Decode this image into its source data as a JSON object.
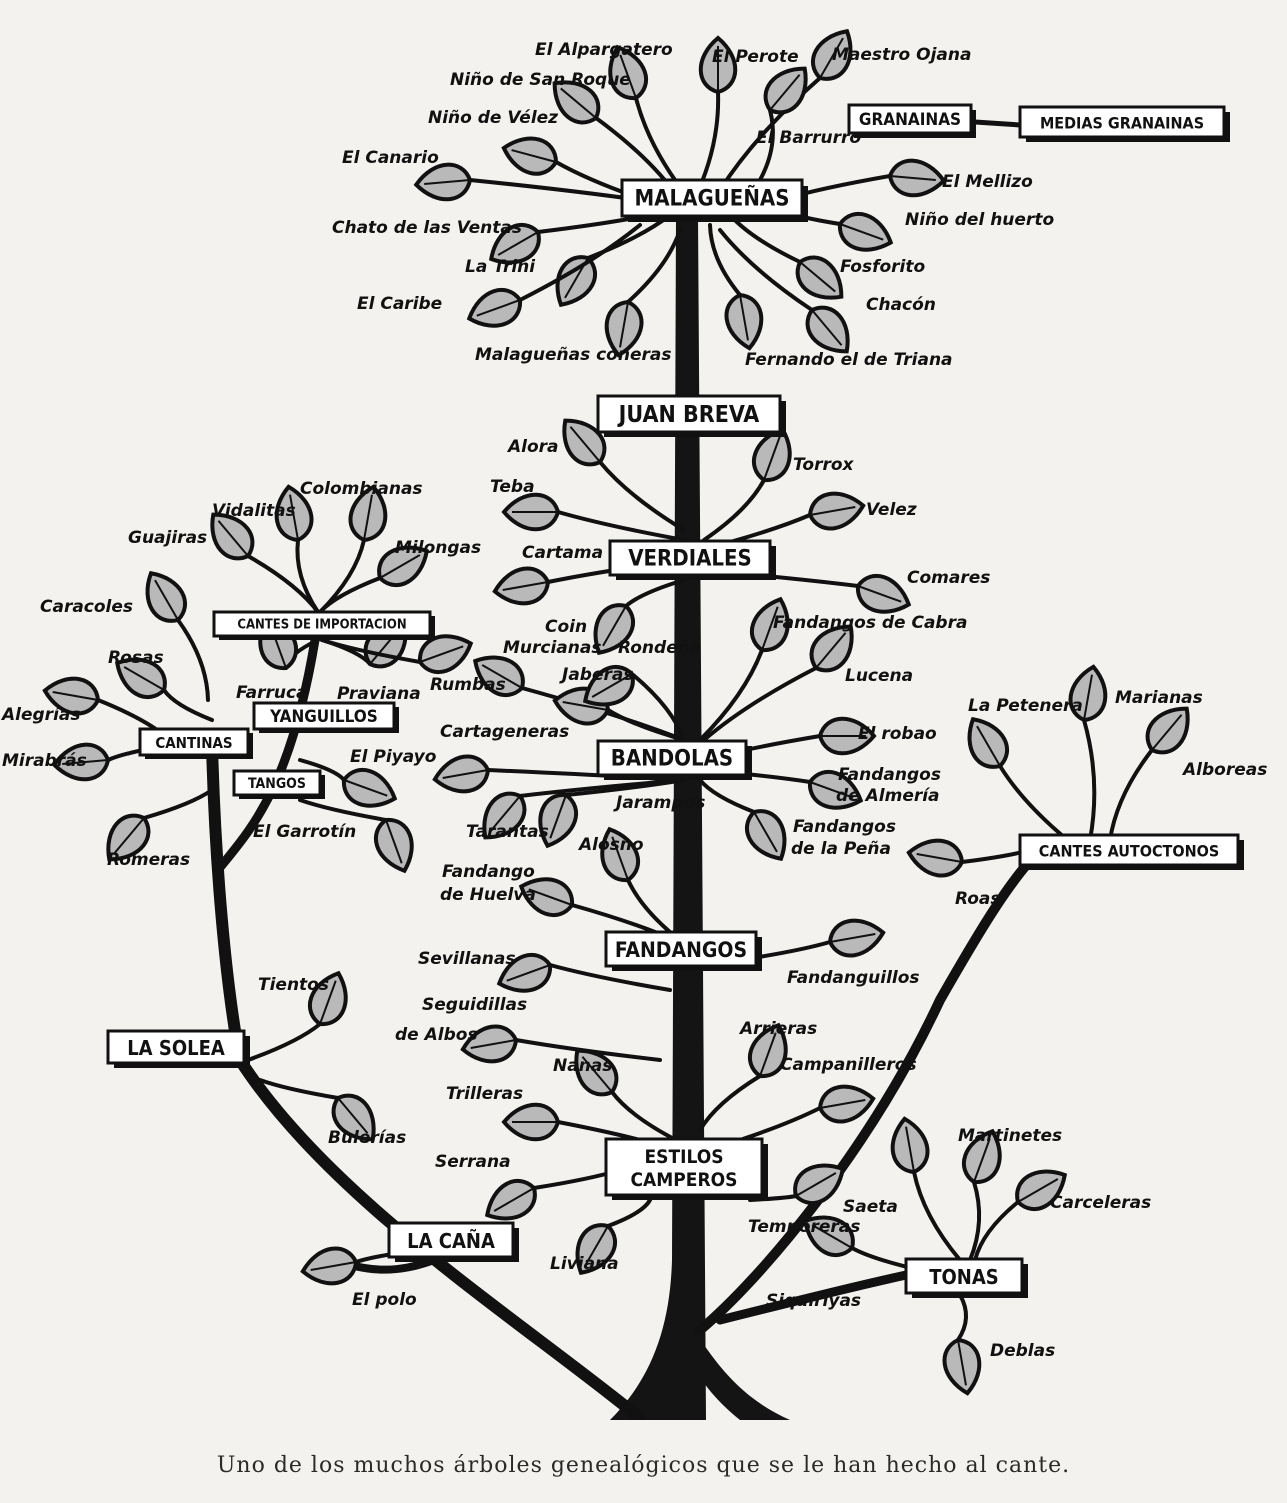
{
  "boxes": {
    "malaguenas": "MALAGUEÑAS",
    "granainas": "GRANAINAS",
    "medias_granainas": "MEDIAS GRANAINAS",
    "juan_breva": "JUAN BREVA",
    "verdiales": "VERDIALES",
    "cantes_importacion": "CANTES DE IMPORTACION",
    "yanguillos": "YANGUILLOS",
    "cantinas": "CANTINAS",
    "tangos": "TANGOS",
    "bandolas": "BANDOLAS",
    "cantes_autoctonos": "CANTES AUTOCTONOS",
    "fandangos": "FANDANGOS",
    "la_solea": "LA SOLEA",
    "estilos_camperos_1": "ESTILOS",
    "estilos_camperos_2": "CAMPEROS",
    "la_cana": "LA CAÑA",
    "tonas": "TONAS"
  },
  "labels": {
    "el_alpargatero": "El Alpargatero",
    "el_perote": "El Perote",
    "maestro_ojana": "Maestro Ojana",
    "nino_san_roque": "Niño de San Roque",
    "nino_velez": "Niño de Vélez",
    "el_barrurro": "El Barrurro",
    "el_canario": "El Canario",
    "el_mellizo": "El Mellizo",
    "chato_ventas": "Chato de las Ventas",
    "nino_huerto": "Niño del huerto",
    "la_trini": "La Trini",
    "fosforito": "Fosforito",
    "el_caribe": "El Caribe",
    "chacon": "Chacón",
    "malaguenas_coneras": "Malagueñas coneras",
    "fernando_triana": "Fernando el de Triana",
    "alora": "Alora",
    "torrox": "Torrox",
    "teba": "Teba",
    "velez": "Velez",
    "cartama": "Cartama",
    "comares": "Comares",
    "coin": "Coin",
    "colombianas": "Colombianas",
    "vidalitas": "Vidalitas",
    "guajiras": "Guajiras",
    "milongas": "Milongas",
    "caracoles": "Caracoles",
    "rosas": "Rosas",
    "farruca": "Farruca",
    "praviana": "Praviana",
    "rumbas": "Rumbas",
    "alegrias": "Alegrías",
    "mirabras": "Mirabrás",
    "el_piyayo": "El Piyayo",
    "el_garrotin": "El Garrotín",
    "romeras": "Romeras",
    "fandangos_cabra": "Fandangos de Cabra",
    "murcianas": "Murcianas",
    "rondena": "Rondeña",
    "jaberas": "Jaberas",
    "lucena": "Lucena",
    "cartageneras": "Cartageneras",
    "el_robao": "El robao",
    "fandangos_almeria_1": "Fandangos",
    "fandangos_almeria_2": "de Almería",
    "fandangos_pena_1": "Fandangos",
    "fandangos_pena_2": "de la Peña",
    "jarampos": "Jarampos",
    "tarantas": "Tarantas",
    "la_petenera": "La Petenera",
    "marianas": "Marianas",
    "alboreas": "Alboreas",
    "roas": "Roas",
    "alosno": "Alosno",
    "fandango_huelva_1": "Fandango",
    "fandango_huelva_2": "de Huelva",
    "sevillanas": "Sevillanas",
    "fandanguillos": "Fandanguillos",
    "seguidillas_1": "Seguidillas",
    "seguidillas_2": "de Albos",
    "tientos": "Tientos",
    "arrieras": "Arrieras",
    "nanas": "Nanas",
    "companeros": "Campanilleros",
    "trilleras": "Trilleras",
    "bulerias": "Bulerías",
    "serrana": "Serrana",
    "martinetes": "Martinetes",
    "carceleras": "Carceleras",
    "temporeras": "Temporeras",
    "saeta": "Saeta",
    "liviana": "Liviana",
    "el_polo": "El polo",
    "siquiriyas": "Siquiriyas",
    "deblas": "Deblas"
  },
  "caption": "Uno de los muchos árboles genealógicos que se le han hecho al cante."
}
